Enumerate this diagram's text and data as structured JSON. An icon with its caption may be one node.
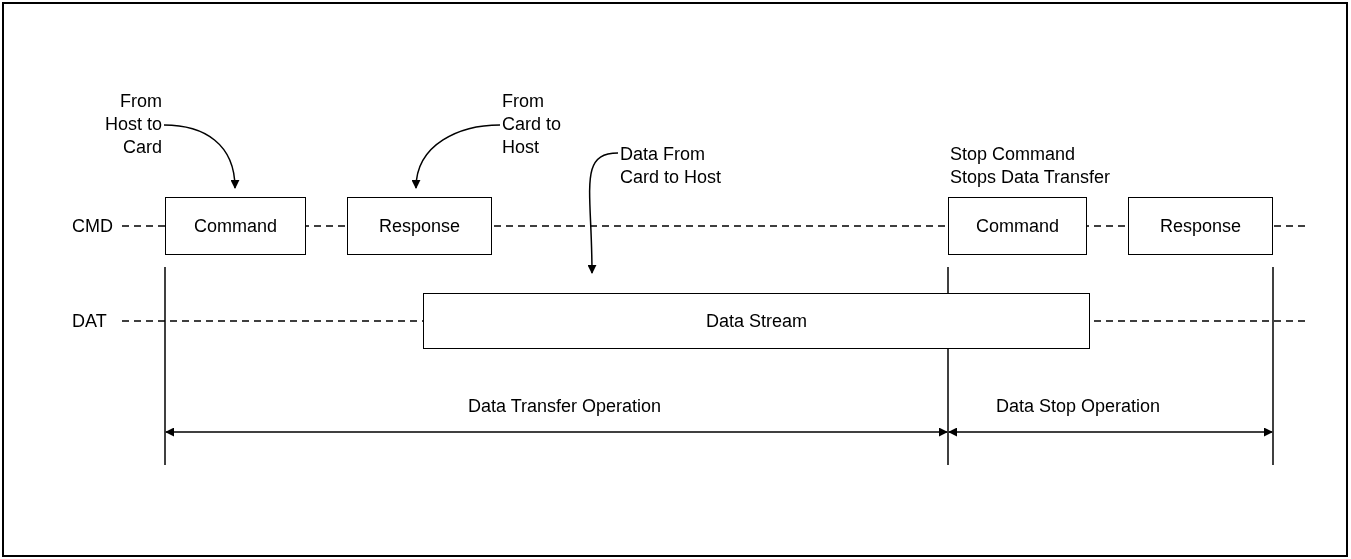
{
  "diagram": {
    "nodes": [
      {
        "text": [
          "From Host to Card"
        ]
      },
      {
        "text": [
          "From Card to Host"
        ]
      },
      {
        "text": [
          "Data From Card to Host"
        ]
      },
      {
        "text": [
          "Command"
        ]
      },
      {
        "text": [
          "Response"
        ]
      },
      {
        "text": [
          "Command"
        ]
      },
      {
        "text": [
          "Response"
        ]
      },
      {
        "text": [
          "Data Stream"
        ]
      }
    ],
    "edges": [
      {
        "from": 0,
        "to": 3,
        "arrow": "to"
      },
      {
        "from": 1,
        "to": 4,
        "arrow": "to"
      },
      {
        "from": 2,
        "to": 7,
        "arrow": "to"
      }
    ],
    "labels": [
      "Stop Command Stops Data Transfer",
      "CMD",
      "DAT",
      "Data Transfer Operation",
      "Data Stop Operation"
    ]
  }
}
